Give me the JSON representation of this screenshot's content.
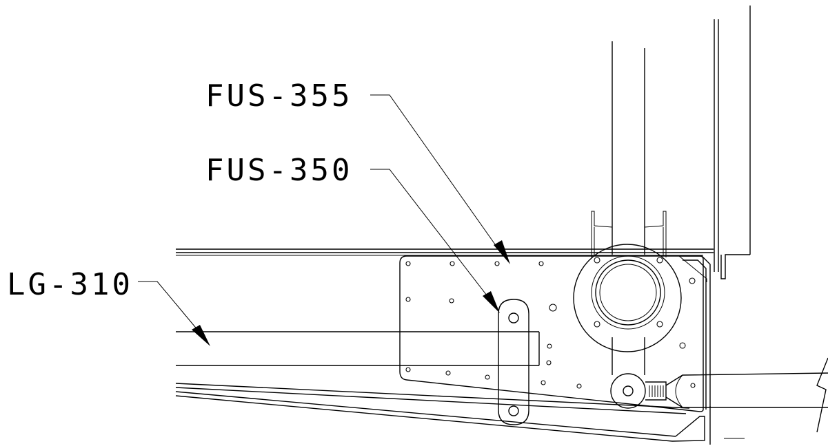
{
  "callouts": [
    {
      "id": "fus355",
      "text": "FUS-355"
    },
    {
      "id": "fus350",
      "text": "FUS-350"
    },
    {
      "id": "lg310",
      "text": "LG-310"
    }
  ]
}
